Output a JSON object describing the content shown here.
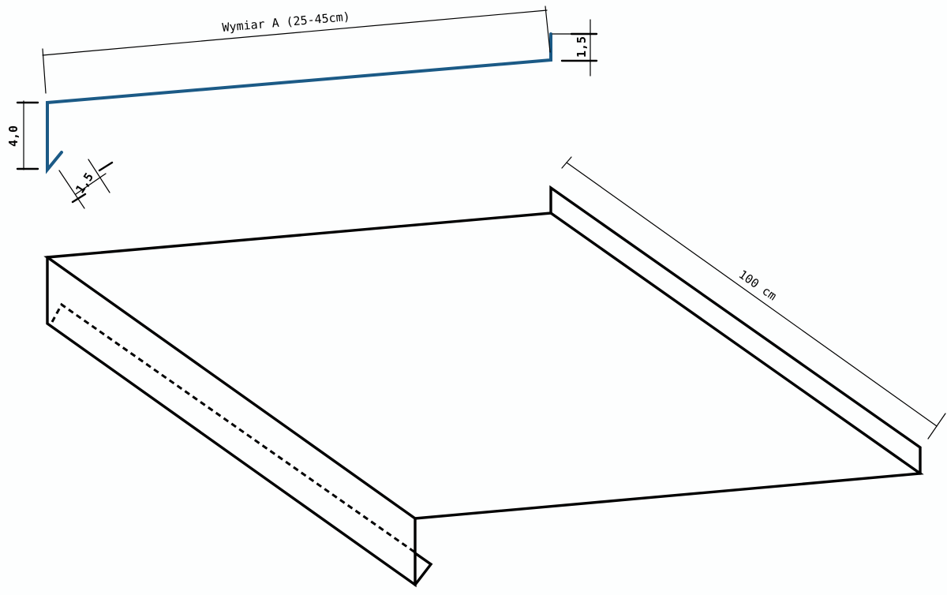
{
  "diagram": {
    "colors": {
      "profile_stroke": "#1b5a86",
      "outline_stroke": "#000000",
      "background": "#fdfefe"
    },
    "labels": {
      "width_dimension": "Wymiar A (25-45cm)",
      "top_flange": "1,5",
      "front_height": "4,0",
      "drip_edge": "1,5",
      "length": "100 cm"
    }
  }
}
